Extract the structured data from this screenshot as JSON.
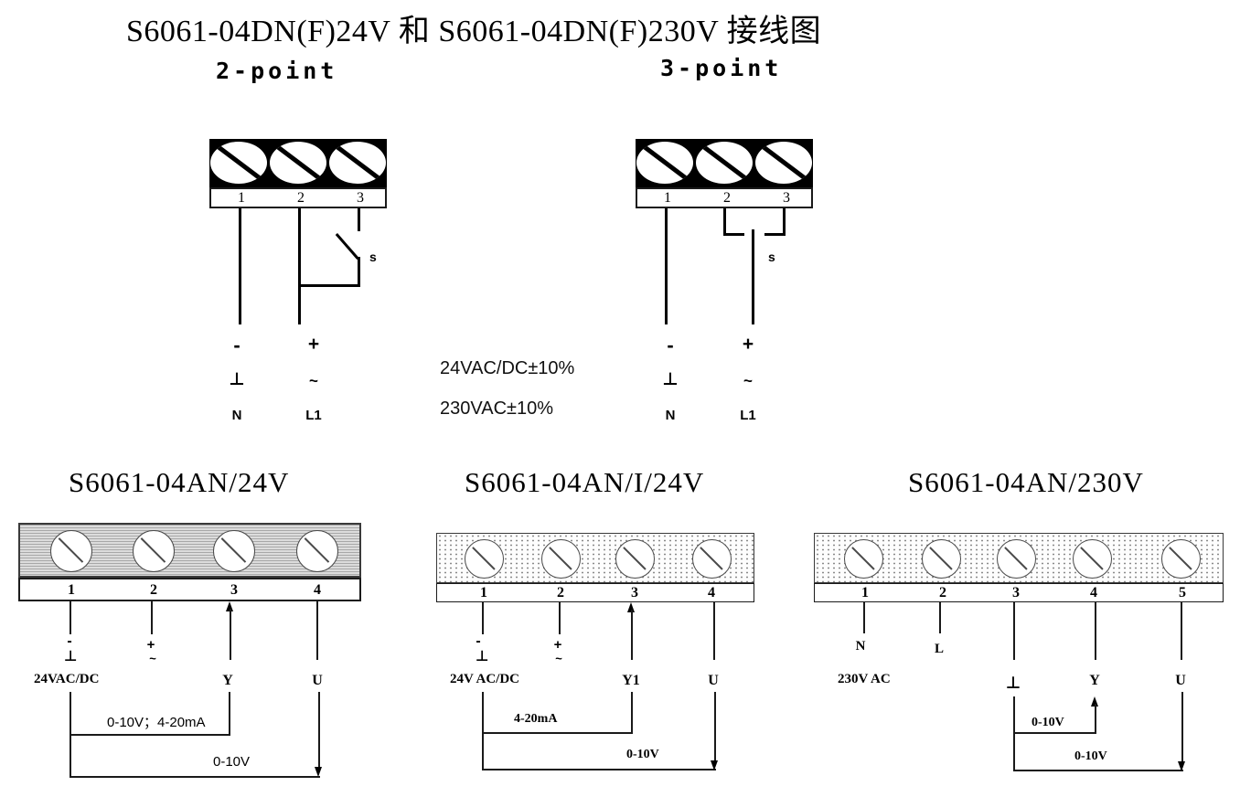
{
  "title": "S6061-04DN(F)24V 和 S6061-04DN(F)230V 接线图",
  "top": {
    "two_point": {
      "label": "2-point",
      "terminals": [
        "1",
        "2",
        "3"
      ],
      "switch": "s",
      "minus": "-",
      "plus": "+",
      "ground": "⊥",
      "ac": "~",
      "neutral": "N",
      "line": "L1"
    },
    "three_point": {
      "label": "3-point",
      "terminals": [
        "1",
        "2",
        "3"
      ],
      "switch": "s",
      "minus": "-",
      "plus": "+",
      "ground": "⊥",
      "ac": "~",
      "neutral": "N",
      "line": "L1"
    }
  },
  "supply": {
    "line1": "24VAC/DC±10%",
    "line2": "230VAC±10%"
  },
  "bottom": {
    "d24": {
      "title": "S6061-04AN/24V",
      "terminals": [
        "1",
        "2",
        "3",
        "4"
      ],
      "minus": "-",
      "plus": "+",
      "ground": "⊥",
      "ac": "~",
      "power": "24VAC/DC",
      "y": "Y",
      "u": "U",
      "signal_y": "0-10V；4-20mA",
      "signal_u": "0-10V"
    },
    "di24": {
      "title": "S6061-04AN/I/24V",
      "terminals": [
        "1",
        "2",
        "3",
        "4"
      ],
      "minus": "-",
      "plus": "+",
      "ground": "⊥",
      "ac": "~",
      "power": "24V AC/DC",
      "y": "Y1",
      "u": "U",
      "signal_y": "4-20mA",
      "signal_u": "0-10V"
    },
    "d230": {
      "title": "S6061-04AN/230V",
      "terminals": [
        "1",
        "2",
        "3",
        "4",
        "5"
      ],
      "neutral": "N",
      "line": "L",
      "power": "230V AC",
      "ground": "⊥",
      "y": "Y",
      "u": "U",
      "signal_y": "0-10V",
      "signal_u": "0-10V"
    }
  },
  "colors": {
    "wire": "#000000",
    "terminal_block_dark": "#000000",
    "background": "#ffffff"
  }
}
